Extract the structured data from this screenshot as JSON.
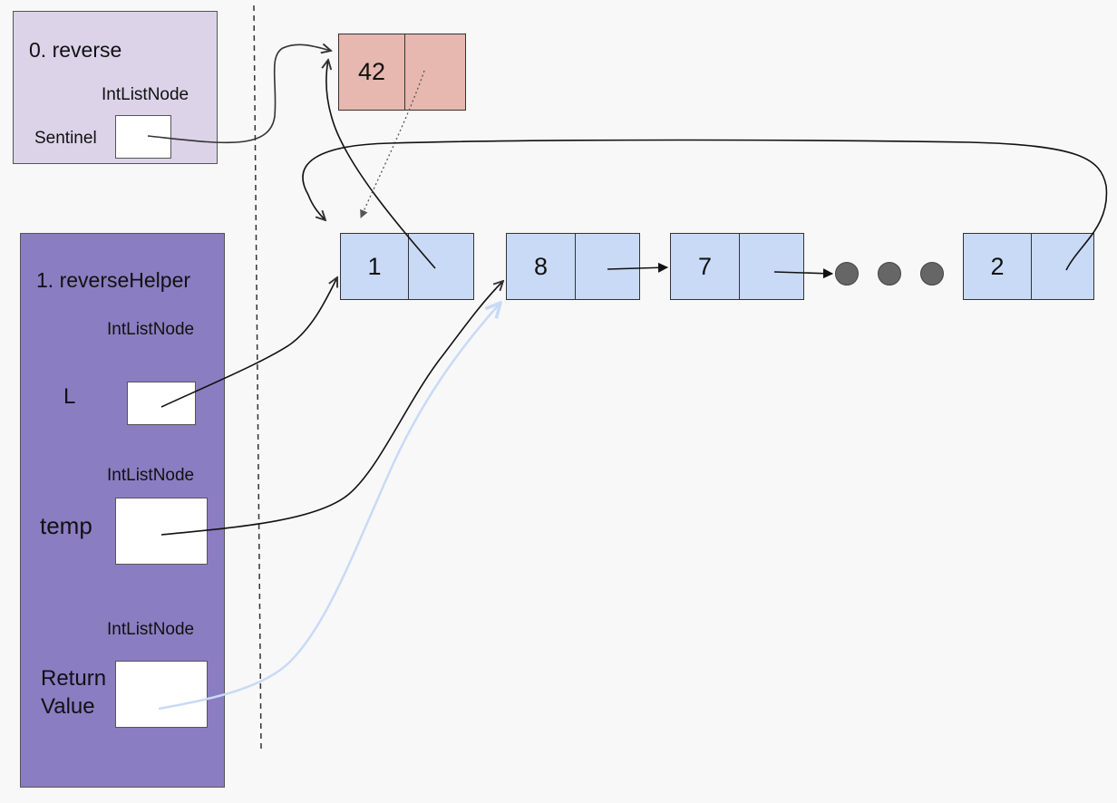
{
  "frames": {
    "reverse": {
      "title": "0. reverse",
      "type_label": "IntListNode",
      "var_label": "Sentinel"
    },
    "reverse_helper": {
      "title": "1. reverseHelper",
      "vars": [
        {
          "type_label": "IntListNode",
          "var_label": "L"
        },
        {
          "type_label": "IntListNode",
          "var_label": "temp"
        },
        {
          "type_label": "IntListNode",
          "var_label_line1": "Return",
          "var_label_line2": "Value"
        }
      ]
    }
  },
  "nodes": {
    "sentinel": "42",
    "list": [
      "1",
      "8",
      "7",
      "2"
    ]
  },
  "colors": {
    "reverse_frame": "#dcd3e9",
    "helper_frame": "#8b7dc2",
    "sentinel_node": "#e6b8af",
    "list_node": "#c9daf6",
    "return_arrow": "#c9daf6",
    "ellipsis_dots": "#666666"
  }
}
